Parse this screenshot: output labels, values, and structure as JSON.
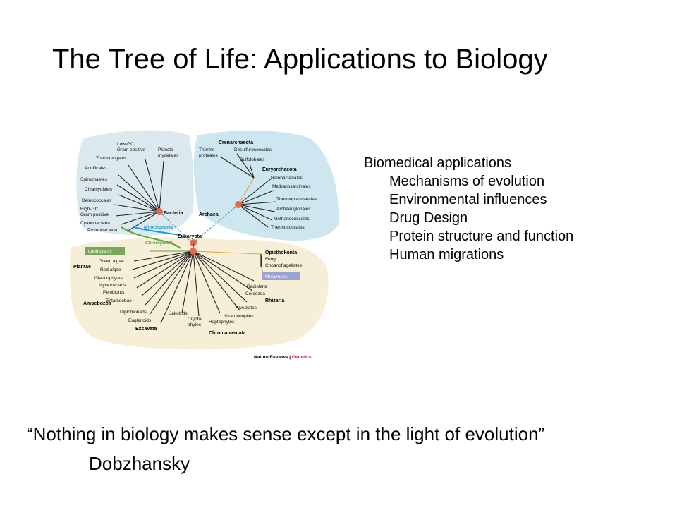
{
  "slide": {
    "title": "The Tree of Life: Applications to Biology",
    "applications": {
      "heading": "Biomedical applications",
      "items": [
        "Mechanisms of evolution",
        "Environmental influences",
        "Drug Design",
        "Protein structure and function",
        "Human migrations"
      ]
    },
    "quote": "“Nothing in biology makes sense except in the light of evolution”",
    "author": "Dobzhansky"
  },
  "figure": {
    "domains": {
      "bacteria": "Bacteria",
      "archaea": "Archaea",
      "eukaryota": "Eukaryota"
    },
    "groups": {
      "crenarchaeota": "Crenarchaeota",
      "euryarchaeota": "Euryarchaeota",
      "plantae": "Plantae",
      "amoebozoa": "Amoebozoa",
      "excavata": "Excavata",
      "chromalveolata": "Chromalveolata",
      "rhizaria": "Rhizaria",
      "opisthokonta": "Opisthokonta"
    },
    "boxes": {
      "land_plants": "Land plants",
      "metazoans": "Metazoans"
    },
    "endosymbiosis": {
      "mitochondria": "Mitochondria",
      "chloroplasts": "Chloroplasts"
    },
    "bacteria_leaves": [
      "Low-GC,",
      "Gram positive",
      "Plancto-",
      "mycetales",
      "Thermotogales",
      "Aquificales",
      "Spirochaetes",
      "Chlamydiales",
      "Deinococcales",
      "High-GC,",
      "Gram positive",
      "Cyanobacteria",
      "Proteobacteria"
    ],
    "archaea_leaves": [
      "Thermo-",
      "proteales",
      "Desulfurococcales",
      "Sulfolobales",
      "Halobacteriales",
      "Methanosarcinales",
      "Thermoplasmatales",
      "Archaeoglobales",
      "Methanococcales",
      "Thermococcales"
    ],
    "eukaryote_leaves": [
      "Green algae",
      "Red algae",
      "Glaucophytes",
      "Mycetozoans",
      "Pelobionts",
      "Entamoebae",
      "Diplomonads",
      "Euglenoids",
      "Jakobids",
      "Crypto-",
      "phytes",
      "Haptophytes",
      "Stramenopiles",
      "Alveolates",
      "Cercozoa",
      "Radiolaria",
      "Fungi",
      "Choanoflagellates"
    ],
    "credit": {
      "journal": "Nature Reviews",
      "separator": " | ",
      "section": "Genetics"
    },
    "colors": {
      "bacteria_blob": "#dbe9ee",
      "archaea_blob": "#cde6ef",
      "eukaryote_blob": "#f7eed8",
      "node": "#e46a4f",
      "arrow_blue": "#1f9bd6",
      "arrow_green": "#58a63a",
      "land_plants_box": "#79a65a",
      "metazoans_box": "#9aa3cf",
      "credit_red": "#d2232a"
    }
  }
}
